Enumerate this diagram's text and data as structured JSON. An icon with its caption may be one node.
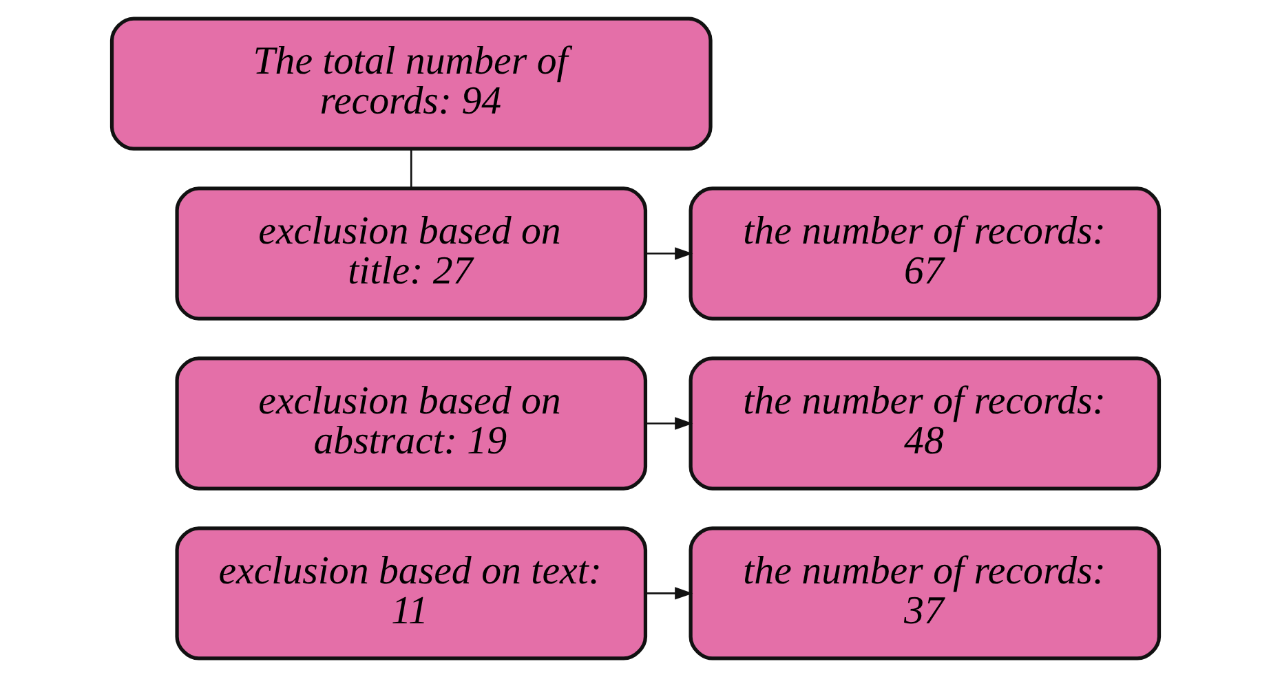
{
  "diagram": {
    "nodes": [
      {
        "text": [
          "The total number of records: 94"
        ]
      },
      {
        "text": [
          "exclusion based on title: 27"
        ]
      },
      {
        "text": [
          "the number of records: 67"
        ]
      },
      {
        "text": [
          "exclusion based on abstract: 19"
        ]
      },
      {
        "text": [
          "the number of records: 48"
        ]
      },
      {
        "text": [
          "exclusion based on text: 11"
        ]
      },
      {
        "text": [
          "the number of records: 37"
        ]
      }
    ],
    "edges": [
      {
        "from": 0,
        "to": 1,
        "arrow": "none"
      },
      {
        "from": 1,
        "to": 2,
        "arrow": "to"
      },
      {
        "from": 3,
        "to": 4,
        "arrow": "to"
      },
      {
        "from": 5,
        "to": 6,
        "arrow": "to"
      }
    ]
  }
}
